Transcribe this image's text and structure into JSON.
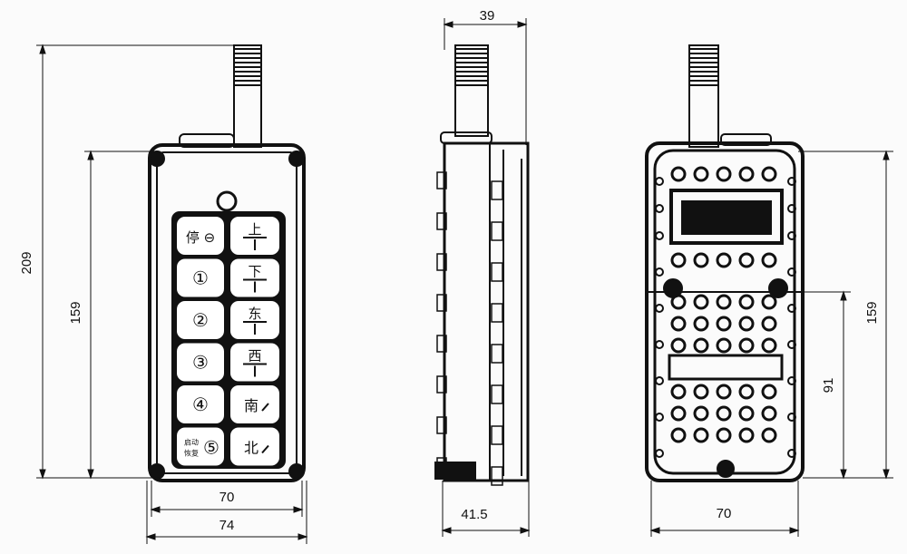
{
  "dimensions": {
    "front_total_height": "209",
    "front_body_height": "159",
    "front_inner_width": "70",
    "front_outer_width": "74",
    "side_top_width": "39",
    "side_bottom_width": "41.5",
    "back_body_height": "159",
    "back_lower_height": "91",
    "back_width": "70"
  },
  "buttons": {
    "left": [
      "停 ⊖",
      "①",
      "②",
      "③",
      "④",
      "⑤"
    ],
    "left_last_small_top": "启动",
    "left_last_small_bottom": "恢复",
    "right": [
      "上",
      "下",
      "东",
      "西",
      "南",
      "北"
    ]
  },
  "colors": {
    "line": "#111111",
    "paper": "#fbfbfb"
  }
}
